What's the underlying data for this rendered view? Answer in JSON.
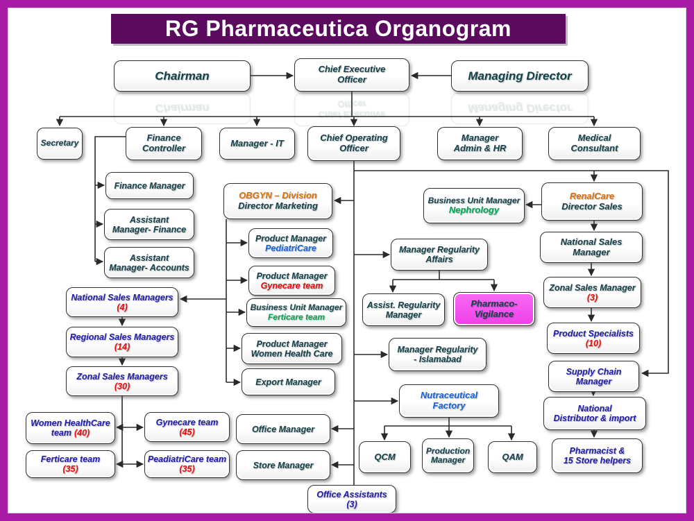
{
  "title": "RG Pharmaceutica Organogram",
  "colors": {
    "frame": "#a81ba5",
    "title_bg": "#5a0b5e",
    "title_text": "#ffffff",
    "label_teal": "#14414a",
    "navy": "#201ca8",
    "blue": "#1565d6",
    "red": "#ea0b0b",
    "green": "#00a651",
    "orange": "#d9720f",
    "pharmaco_fill": "#ef3fe9"
  },
  "nodes": {
    "chairman": {
      "l1": "Chairman"
    },
    "ceo": {
      "l1": "Chief Executive",
      "l2": "Officer"
    },
    "managing_director": {
      "l1": "Managing Director"
    },
    "secretary": {
      "l1": "Secretary"
    },
    "finance_controller": {
      "l1": "Finance",
      "l2": "Controller"
    },
    "manager_it": {
      "l1": "Manager - IT"
    },
    "coo": {
      "l1": "Chief Operating",
      "l2": "Officer"
    },
    "manager_admin_hr": {
      "l1": "Manager",
      "l2": "Admin & HR"
    },
    "medical_consultant": {
      "l1": "Medical",
      "l2": "Consultant"
    },
    "finance_manager": {
      "l1": "Finance Manager"
    },
    "assistant_manager_finance": {
      "l1": "Assistant",
      "l2": "Manager- Finance"
    },
    "assistant_manager_accounts": {
      "l1": "Assistant",
      "l2": "Manager- Accounts"
    },
    "national_sales_managers": {
      "l1": "National Sales Managers",
      "count": "(4)"
    },
    "regional_sales_managers": {
      "l1": "Regional Sales Managers",
      "count": "(14)"
    },
    "zonal_sales_managers": {
      "l1": "Zonal Sales Managers",
      "count": "(30)"
    },
    "women_healthcare_team": {
      "l1": "Women HealthCare",
      "l2": "team",
      "count": "(40)"
    },
    "gynecare_team": {
      "l1": "Gynecare team",
      "count": "(45)"
    },
    "ferticare_team": {
      "l1": "Ferticare team",
      "count": "(35)"
    },
    "peadiatricare_team": {
      "l1": "PeadiatriCare team",
      "count": "(35)"
    },
    "obgyn_division": {
      "l1": "OBGYN – Division",
      "l2": "Director Marketing"
    },
    "pm_pediatricare": {
      "l1": "Product Manager",
      "l2": "PediatriCare"
    },
    "pm_gynecare": {
      "l1": "Product Manager",
      "l2": "Gynecare team"
    },
    "bum_ferticare": {
      "l1": "Business Unit Manager",
      "l2": "Ferticare team"
    },
    "pm_women_health_care": {
      "l1": "Product Manager",
      "l2": "Women Health Care"
    },
    "export_manager": {
      "l1": "Export Manager"
    },
    "bum_nephrology": {
      "l1": "Business Unit Manager",
      "l2": "Nephrology"
    },
    "manager_regularity_affairs": {
      "l1": "Manager Regularity",
      "l2": "Affairs"
    },
    "assist_regularity_manager": {
      "l1": "Assist. Regularity",
      "l2": "Manager"
    },
    "pharmaco_vigilance": {
      "l1": "Pharmaco-",
      "l2": "Vigilance"
    },
    "manager_regularity_islamabad": {
      "l1": "Manager Regularity",
      "l2": "- Islamabad"
    },
    "nutraceutical_factory": {
      "l1": "Nutraceutical",
      "l2": "Factory"
    },
    "qcm": {
      "l1": "QCM"
    },
    "production_manager": {
      "l1": "Production",
      "l2": "Manager"
    },
    "qam": {
      "l1": "QAM"
    },
    "office_manager": {
      "l1": "Office Manager"
    },
    "store_manager": {
      "l1": "Store Manager"
    },
    "office_assistants": {
      "l1": "Office Assistants",
      "count": "(3)"
    },
    "renalcare_director_sales": {
      "l1": "RenalCare",
      "l2": "Director Sales"
    },
    "national_sales_manager": {
      "l1": "National Sales",
      "l2": "Manager"
    },
    "zonal_sales_manager": {
      "l1": "Zonal Sales Manager",
      "count": "(3)"
    },
    "product_specialists": {
      "l1": "Product Specialists",
      "count": "(10)"
    },
    "supply_chain_manager": {
      "l1": "Supply Chain",
      "l2": "Manager"
    },
    "national_distributor_import": {
      "l1": "National",
      "l2": "Distributor & import"
    },
    "pharmacist_store_helpers": {
      "l1": "Pharmacist &",
      "l2": "15 Store helpers"
    }
  }
}
